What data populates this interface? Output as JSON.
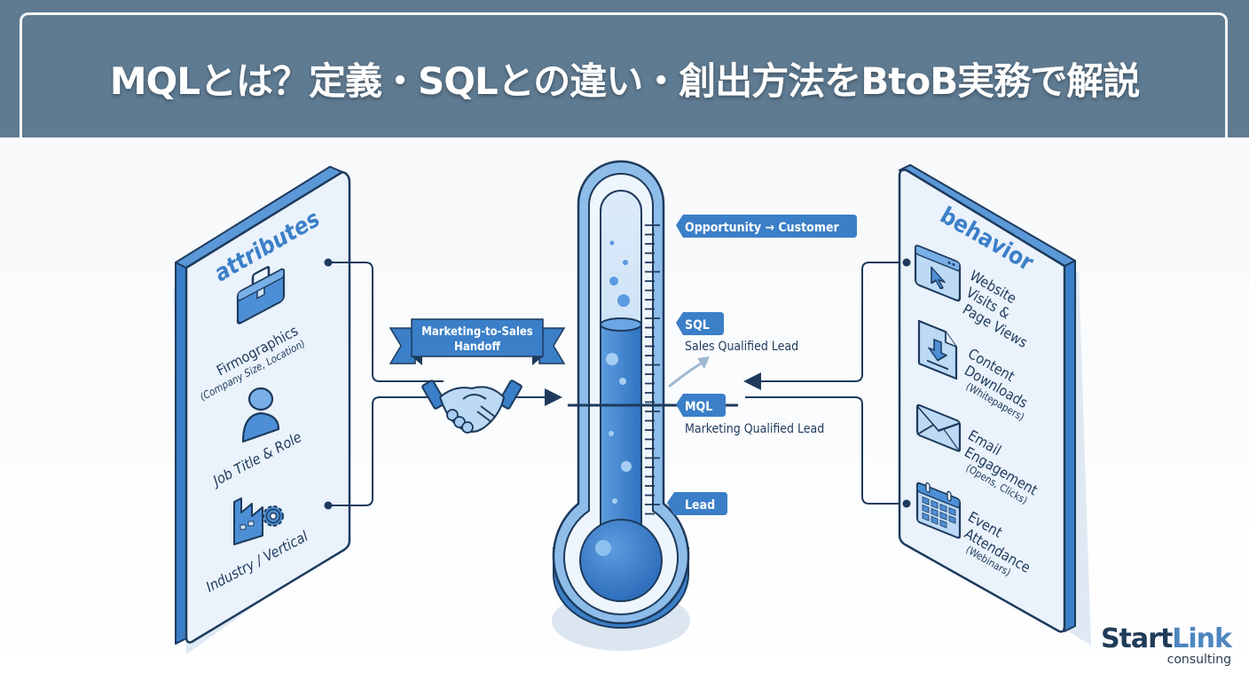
{
  "header": {
    "title": "MQLとは？定義・SQLとの違い・創出方法をBtoB実務で解説"
  },
  "attributes_panel": {
    "heading": "attributes",
    "items": [
      {
        "icon": "briefcase-icon",
        "label": "Firmographics",
        "sublabel": "(Company Size, Location)"
      },
      {
        "icon": "person-icon",
        "label": "Job Title & Role",
        "sublabel": ""
      },
      {
        "icon": "factory-gear-icon",
        "label": "Industry / Vertical",
        "sublabel": ""
      }
    ]
  },
  "behavior_panel": {
    "heading": "behavior",
    "items": [
      {
        "icon": "browser-cursor-icon",
        "lines": [
          "Website",
          "Visits &",
          "Page Views"
        ],
        "sublabel": ""
      },
      {
        "icon": "document-download-icon",
        "lines": [
          "Content",
          "Downloads"
        ],
        "sublabel": "(Whitepapers)"
      },
      {
        "icon": "envelope-icon",
        "lines": [
          "Email",
          "Engagement"
        ],
        "sublabel": "(Opens, Clicks)"
      },
      {
        "icon": "calendar-icon",
        "lines": [
          "Event",
          "Attendance"
        ],
        "sublabel": "(Webinars)"
      }
    ]
  },
  "handoff": {
    "banner_line1": "Marketing-to-Sales",
    "banner_line2": "Handoff",
    "icon": "handshake-icon"
  },
  "thermometer": {
    "stages": [
      {
        "tag": "Opportunity → Customer",
        "description": ""
      },
      {
        "tag": "SQL",
        "description": "Sales Qualified Lead"
      },
      {
        "tag": "MQL",
        "description": "Marketing Qualified Lead"
      },
      {
        "tag": "Lead",
        "description": ""
      }
    ]
  },
  "logo": {
    "main_start": "Start",
    "main_link": "Link",
    "sub": "consulting"
  },
  "colors": {
    "header_bg": "#5f7b92",
    "accent_blue": "#3b7fc8",
    "dark_navy": "#1d3a5c",
    "panel_bg": "#eaf2fb",
    "light_blue": "#a9cdf0"
  }
}
